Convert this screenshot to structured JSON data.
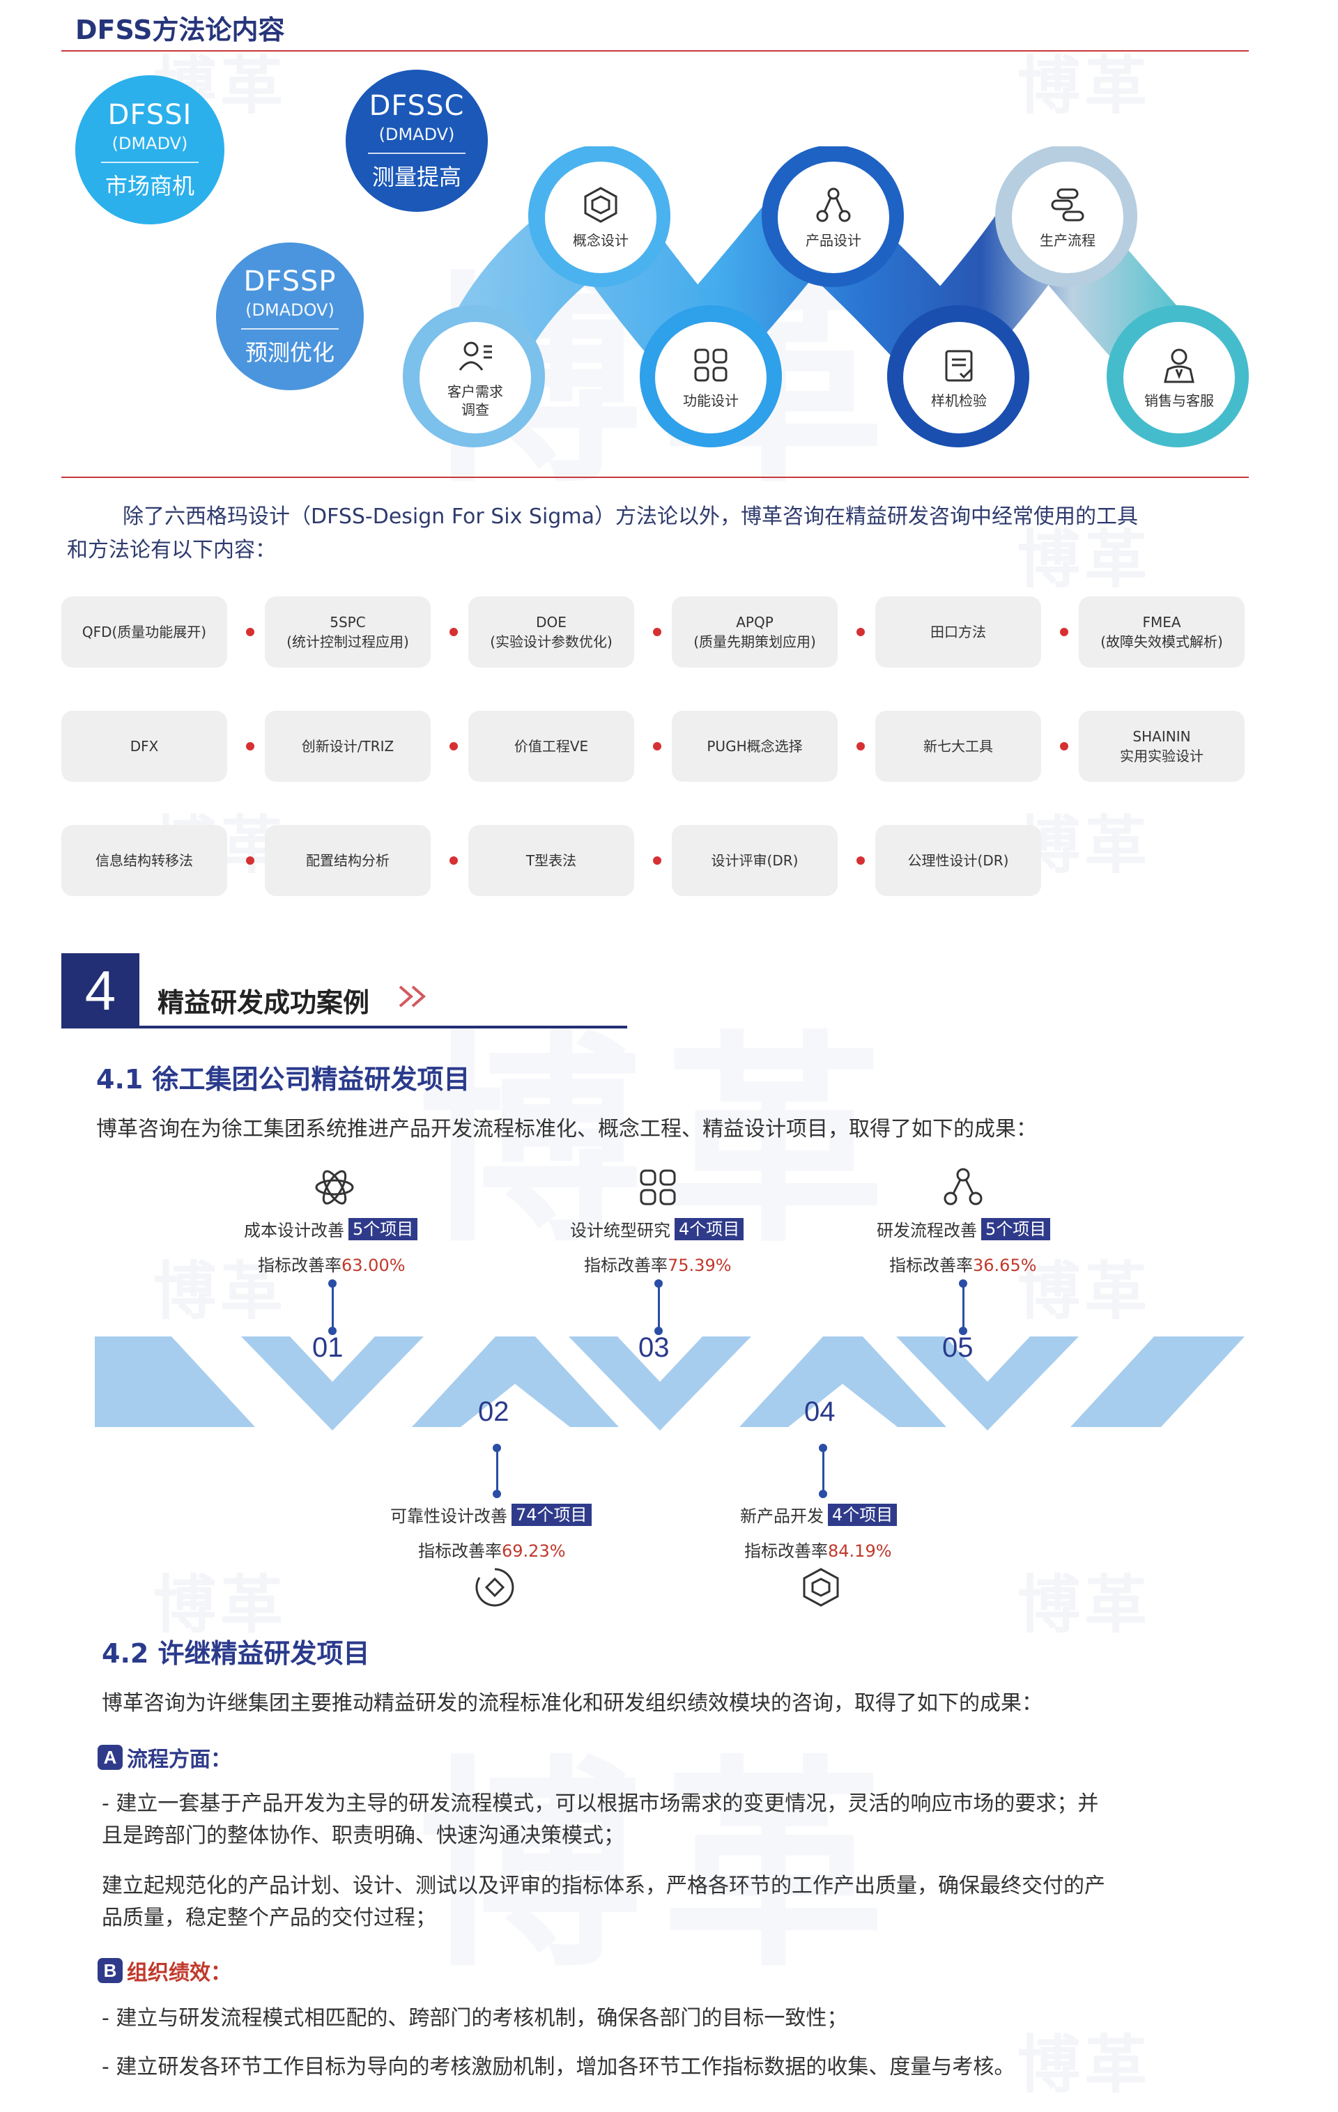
{
  "section1": {
    "title": "DFSS方法论内容",
    "dfss": [
      {
        "name": "DFSSI",
        "sub": "(DMADV)",
        "label": "市场商机"
      },
      {
        "name": "DFSSC",
        "sub": "(DMADV)",
        "label": "测量提高"
      },
      {
        "name": "DFSSP",
        "sub": "(DMADOV)",
        "label": "预测优化"
      }
    ],
    "flow": [
      "客户需求调查",
      "概念设计",
      "功能设计",
      "产品设计",
      "样机检验",
      "生产流程",
      "销售与客服"
    ],
    "flow_lines": {
      "customer": [
        "客户需求",
        "调查"
      ]
    },
    "intro": "除了六西格玛设计（DFSS-Design For Six Sigma）方法论以外，博革咨询在精益研发咨询中经常使用的工具和方法论有以下内容：",
    "intro_line1": "除了六西格玛设计（DFSS-Design For Six Sigma）方法论以外，博革咨询在精益研发咨询中经常使用的工具",
    "intro_line2": "和方法论有以下内容：",
    "tools": [
      [
        "QFD(质量功能展开)",
        ""
      ],
      [
        "5SPC",
        "(统计控制过程应用)"
      ],
      [
        "DOE",
        "(实验设计参数优化)"
      ],
      [
        "APQP",
        "(质量先期策划应用)"
      ],
      [
        "田口方法",
        ""
      ],
      [
        "FMEA",
        "(故障失效模式解析)"
      ],
      [
        "DFX",
        ""
      ],
      [
        "创新设计/TRIZ",
        ""
      ],
      [
        "价值工程VE",
        ""
      ],
      [
        "PUGH概念选择",
        ""
      ],
      [
        "新七大工具",
        ""
      ],
      [
        "SHAININ",
        "实用实验设计"
      ],
      [
        "信息结构转移法",
        ""
      ],
      [
        "配置结构分析",
        ""
      ],
      [
        "T型表法",
        ""
      ],
      [
        "设计评审(DR)",
        ""
      ],
      [
        "公理性设计(DR)",
        ""
      ]
    ]
  },
  "section4": {
    "number": "4",
    "title": "精益研发成功案例",
    "case1": {
      "title": "4.1 徐工集团公司精益研发项目",
      "desc": "博革咨询在为徐工集团系统推进产品开发流程标准化、概念工程、精益设计项目，取得了如下的成果：",
      "rate_label": "指标改善率",
      "milestones": [
        {
          "num": "01",
          "label": "成本设计改善",
          "badge": "5个项目",
          "rate": "63.00%"
        },
        {
          "num": "02",
          "label": "可靠性设计改善",
          "badge": "74个项目",
          "rate": "69.23%"
        },
        {
          "num": "03",
          "label": "设计统型研究",
          "badge": "4个项目",
          "rate": "75.39%"
        },
        {
          "num": "04",
          "label": "新产品开发",
          "badge": "4个项目",
          "rate": "84.19%"
        },
        {
          "num": "05",
          "label": "研发流程改善",
          "badge": "5个项目",
          "rate": "36.65%"
        }
      ]
    },
    "case2": {
      "title": "4.2 许继精益研发项目",
      "desc": "博革咨询为许继集团主要推动精益研发的流程标准化和研发组织绩效模块的咨询，取得了如下的成果：",
      "a_tag": "A",
      "a_title": "流程方面：",
      "a_p1_l1": "-  建立一套基于产品开发为主导的研发流程模式，可以根据市场需求的变更情况，灵活的响应市场的要求；并",
      "a_p1_l2": "且是跨部门的整体协作、职责明确、快速沟通决策模式；",
      "a_p2_l1": "建立起规范化的产品计划、设计、测试以及评审的指标体系，严格各环节的工作产出质量，确保最终交付的产",
      "a_p2_l2": "品质量，稳定整个产品的交付过程；",
      "b_tag": "B",
      "b_title": "组织绩效：",
      "b_p1": "- 建立与研发流程模式相匹配的、跨部门的考核机制，确保各部门的目标一致性；",
      "b_p2": "- 建立研发各环节工作目标为导向的考核激励机制，增加各环节工作指标数据的收集、度量与考核。"
    }
  },
  "watermark": "博革",
  "colors": {
    "navy": "#232f74",
    "red": "#c8383a",
    "blue": "#2a4ea6"
  }
}
